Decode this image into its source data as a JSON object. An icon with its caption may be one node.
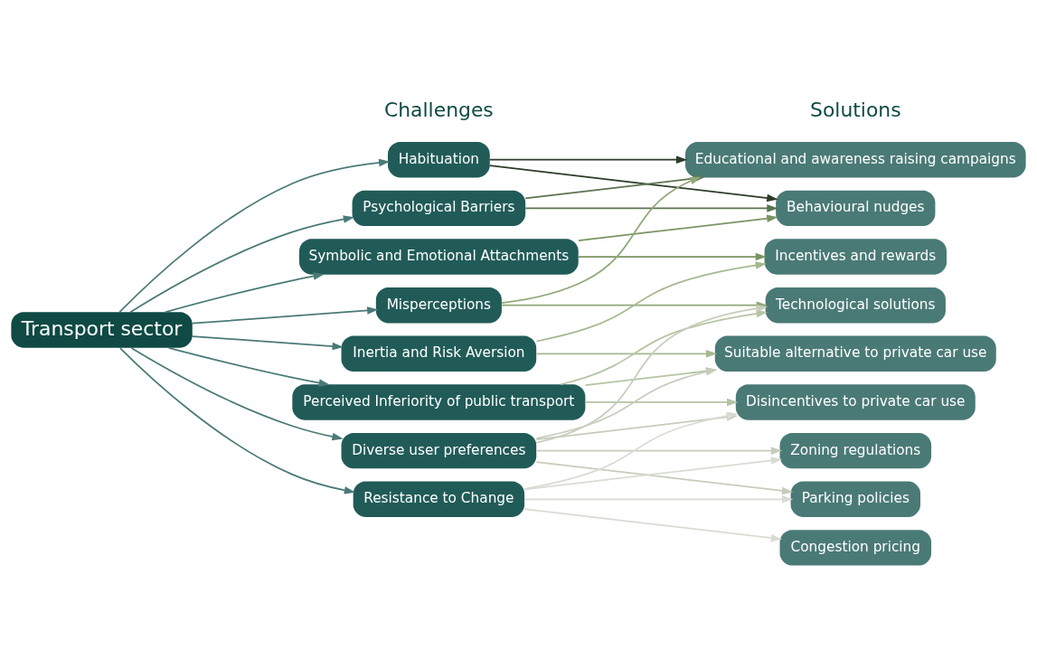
{
  "diagram": {
    "nodes": [
      {
        "text": [
          "Transport sector"
        ]
      },
      {
        "text": [
          "Habituation"
        ]
      },
      {
        "text": [
          "Psychological Barriers"
        ]
      },
      {
        "text": [
          "Symbolic and Emotional Attachments"
        ]
      },
      {
        "text": [
          "Misperceptions"
        ]
      },
      {
        "text": [
          "Inertia and Risk Aversion"
        ]
      },
      {
        "text": [
          "Perceived Inferiority of public transport"
        ]
      },
      {
        "text": [
          "Diverse user preferences"
        ]
      },
      {
        "text": [
          "Resistance to Change"
        ]
      },
      {
        "text": [
          "Educational and awareness raising campaigns"
        ]
      },
      {
        "text": [
          "Behavioural nudges"
        ]
      },
      {
        "text": [
          "Incentives and rewards"
        ]
      },
      {
        "text": [
          "Technological solutions"
        ]
      },
      {
        "text": [
          "Suitable alternative to private car use"
        ]
      },
      {
        "text": [
          "Disincentives to private car use"
        ]
      },
      {
        "text": [
          "Zoning regulations"
        ]
      },
      {
        "text": [
          "Parking policies"
        ]
      },
      {
        "text": [
          "Congestion pricing"
        ]
      }
    ],
    "edges": [
      {
        "from": 0,
        "to": 1,
        "arrow": "to"
      },
      {
        "from": 0,
        "to": 2,
        "arrow": "to"
      },
      {
        "from": 0,
        "to": 3,
        "arrow": "to"
      },
      {
        "from": 0,
        "to": 4,
        "arrow": "to"
      },
      {
        "from": 0,
        "to": 5,
        "arrow": "to"
      },
      {
        "from": 0,
        "to": 6,
        "arrow": "to"
      },
      {
        "from": 0,
        "to": 7,
        "arrow": "to"
      },
      {
        "from": 0,
        "to": 8,
        "arrow": "to"
      },
      {
        "from": 1,
        "to": 9,
        "arrow": "to",
        "color": "#2e3b2a"
      },
      {
        "from": 1,
        "to": 10,
        "arrow": "to",
        "color": "#2e3b2a"
      },
      {
        "from": 2,
        "to": 9,
        "arrow": "to",
        "color": "#5c7350"
      },
      {
        "from": 2,
        "to": 10,
        "arrow": "to",
        "color": "#5c7350"
      },
      {
        "from": 3,
        "to": 10,
        "arrow": "to",
        "color": "#7a9462"
      },
      {
        "from": 3,
        "to": 11,
        "arrow": "to",
        "color": "#7a9462"
      },
      {
        "from": 4,
        "to": 9,
        "arrow": "to",
        "color": "#90a878"
      },
      {
        "from": 4,
        "to": 12,
        "arrow": "to",
        "color": "#90a878"
      },
      {
        "from": 5,
        "to": 11,
        "arrow": "to",
        "color": "#a5b990"
      },
      {
        "from": 5,
        "to": 13,
        "arrow": "to",
        "color": "#a5b990"
      },
      {
        "from": 6,
        "to": 12,
        "arrow": "to",
        "color": "#b5c4a3"
      },
      {
        "from": 6,
        "to": 13,
        "arrow": "to",
        "color": "#b5c4a3"
      },
      {
        "from": 6,
        "to": 14,
        "arrow": "to",
        "color": "#b5c4a3"
      },
      {
        "from": 7,
        "to": 12,
        "arrow": "to",
        "color": "#c5cdbb"
      },
      {
        "from": 7,
        "to": 13,
        "arrow": "to",
        "color": "#c5cdbb"
      },
      {
        "from": 7,
        "to": 14,
        "arrow": "to",
        "color": "#c5cdbb"
      },
      {
        "from": 7,
        "to": 15,
        "arrow": "to",
        "color": "#c5cdbb"
      },
      {
        "from": 7,
        "to": 16,
        "arrow": "to",
        "color": "#c5cdbb"
      },
      {
        "from": 8,
        "to": 14,
        "arrow": "to",
        "color": "#d8dcd3"
      },
      {
        "from": 8,
        "to": 15,
        "arrow": "to",
        "color": "#d8dcd3"
      },
      {
        "from": 8,
        "to": 16,
        "arrow": "to",
        "color": "#d8dcd3"
      },
      {
        "from": 8,
        "to": 17,
        "arrow": "to",
        "color": "#d8dcd3"
      }
    ],
    "labels": [
      "Challenges",
      "Solutions"
    ]
  }
}
